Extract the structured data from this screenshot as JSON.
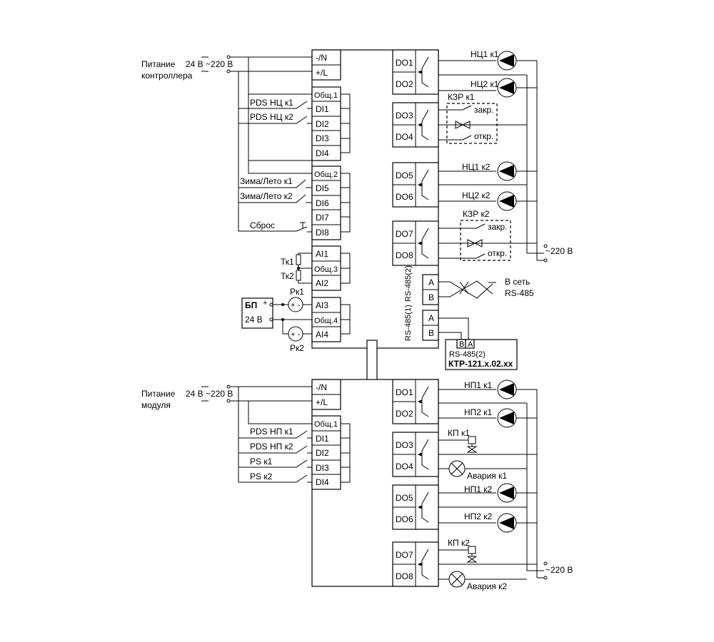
{
  "controller": {
    "power_label_1": "Питание",
    "power_label_2": "контроллера",
    "supply": "24 В ~220 В",
    "left_terminals": [
      "-/N",
      "+/L",
      "Общ.1",
      "DI1",
      "DI2",
      "DI3",
      "DI4",
      "Общ.2",
      "DI5",
      "DI6",
      "DI7",
      "DI8",
      "AI1",
      "Общ.3",
      "AI2",
      "AI3",
      "Общ.4",
      "AI4"
    ],
    "right_terminals": [
      "DO1",
      "DO2",
      "DO3",
      "DO4",
      "DO5",
      "DO6",
      "DO7",
      "DO8"
    ],
    "inputs": [
      "PDS НЦ к1",
      "PDS НЦ к2",
      "Зима/Лето к1",
      "Зима/Лето к2",
      "Сброс"
    ],
    "sensors": [
      "Тк1",
      "Тк2",
      "Рк1",
      "Рк2"
    ],
    "psu_label": "БП",
    "psu_voltage": "24 В",
    "outputs": [
      "НЦ1 к1",
      "НЦ2 к1",
      "КЗР к1",
      "закр.",
      "откр.",
      "НЦ1 к2",
      "НЦ2 к2",
      "КЗР к2",
      "закр.",
      "откр."
    ],
    "ac_label": "~220 В",
    "rs485_2": "RS-485(2)",
    "rs485_1": "RS-485(1)",
    "rs_terms": [
      "A",
      "B",
      "A",
      "B"
    ],
    "network_1": "В сеть",
    "network_2": "RS-485",
    "device_ba": [
      "B",
      "A"
    ],
    "device_port": "RS-485(2)",
    "device_name": "КТР-121.х.02.хх"
  },
  "module": {
    "power_label_1": "Питание",
    "power_label_2": "модуля",
    "supply": "24 В ~220 В",
    "left_terminals": [
      "-/N",
      "+/L",
      "Общ.1",
      "DI1",
      "DI2",
      "DI3",
      "DI4"
    ],
    "right_terminals": [
      "DO1",
      "DO2",
      "DO3",
      "DO4",
      "DO5",
      "DO6",
      "DO7",
      "DO8"
    ],
    "inputs": [
      "PDS НП к1",
      "PDS НП к2",
      "PS к1",
      "PS к2"
    ],
    "outputs": [
      "НП1 к1",
      "НП2 к1",
      "КП к1",
      "Авария к1",
      "НП1 к2",
      "НП2 к2",
      "КП к2",
      "Авария к2"
    ],
    "ac_label": "~220 В"
  }
}
